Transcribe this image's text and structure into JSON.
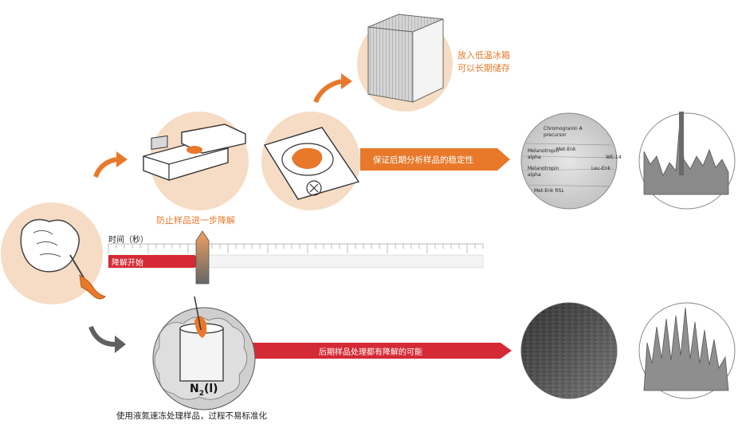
{
  "labels": {
    "freezer": "放入低温冰箱\n可以长期储存",
    "prevent": "防止样品进一步降解",
    "time_axis": "时间（秒）",
    "degradation_start": "降解开始",
    "stability_arrow": "保证后期分析样品的稳定性",
    "later_degradation_arrow": "后期样品处理都有降解的可能",
    "liquid_nitrogen_caption": "使用液氮速冻处理样品，过程不易标准化",
    "n2": "N",
    "n2_sub": "2",
    "n2_state": "(l)"
  },
  "gel_labels": [
    "Chromogranin A\nprecursor",
    "Met-Enk",
    "Melanotropin\nalpha",
    "WE-14",
    "Leu-Enk",
    "Melanotropin\nalpha",
    "Met-Enk RSL"
  ],
  "colors": {
    "orange": "#e8782a",
    "red": "#d42a35",
    "grey_arrow": "#606060",
    "circle_bg": "#f6dcc4"
  }
}
